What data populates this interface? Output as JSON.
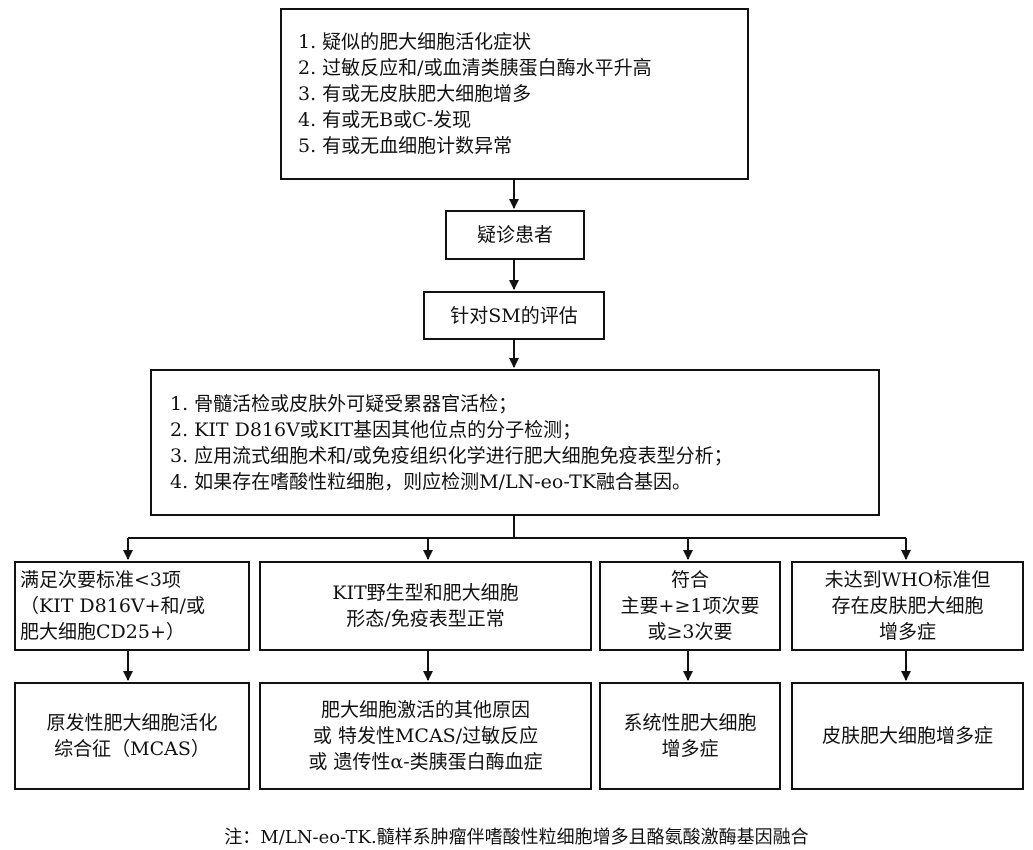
{
  "boxes": {
    "symptoms": [
      "1. 疑似的肥大细胞活化症状",
      "2. 过敏反应和/或血清类胰蛋白酶水平升高",
      "3. 有或无皮肤肥大细胞增多",
      "4. 有或无B或C-发现",
      "5. 有或无血细胞计数异常"
    ],
    "suspected": "疑诊患者",
    "sm_eval": "针对SM的评估",
    "workup": [
      "1. 骨髓活检或皮肤外可疑受累器官活检；",
      "2. KIT D816V或KIT基因其他位点的分子检测；",
      "3. 应用流式细胞术和/或免疫组织化学进行肥大细胞免疫表型分析；",
      "4. 如果存在嗜酸性粒细胞，则应检测M/LN-eo-TK融合基因。"
    ],
    "criteria": [
      [
        "满足次要标准<3项",
        "（KIT D816V+和/或",
        "肥大细胞CD25+）"
      ],
      [
        "KIT野生型和肥大细胞",
        "形态/免疫表型正常"
      ],
      [
        "符合",
        "主要+≥1项次要",
        "或≥3次要"
      ],
      [
        "未达到WHO标准但",
        "存在皮肤肥大细胞",
        "增多症"
      ]
    ],
    "outcomes": [
      [
        "原发性肥大细胞活化",
        "综合征（MCAS）"
      ],
      [
        "肥大细胞激活的其他原因",
        "或 特发性MCAS/过敏反应",
        "或 遗传性α-类胰蛋白酶血症"
      ],
      [
        "系统性肥大细胞",
        "增多症"
      ],
      [
        "皮肤肥大细胞增多症"
      ]
    ]
  },
  "note": "注：M/LN-eo-TK.髓样系肿瘤伴嗜酸性粒细胞增多且酪氨酸激酶基因融合"
}
